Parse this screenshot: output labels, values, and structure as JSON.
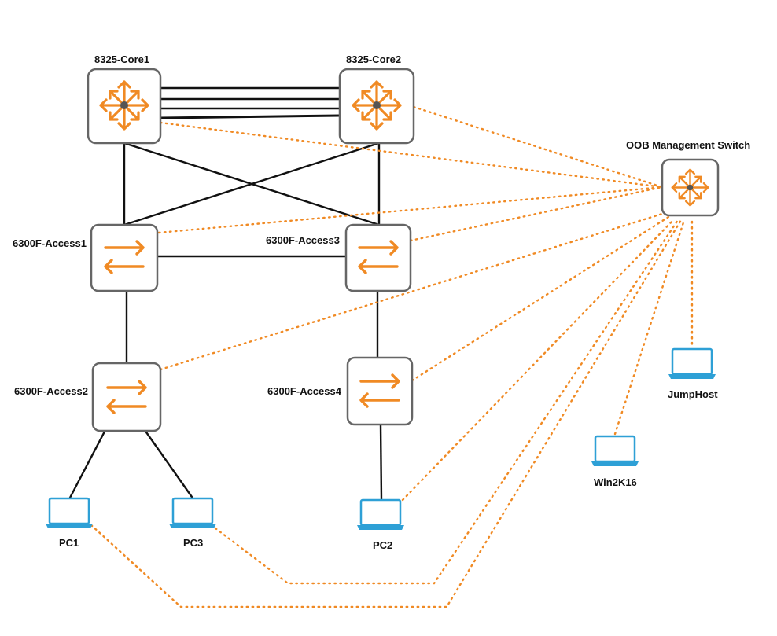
{
  "colors": {
    "device_icon": "#f08a24",
    "device_border": "#666666",
    "link": "#111111",
    "mgmt_link": "#f08a24",
    "pc_icon": "#2ea0d6"
  },
  "devices": {
    "core1": {
      "label": "8325-Core1",
      "icon": "router-icon"
    },
    "core2": {
      "label": "8325-Core2",
      "icon": "router-icon"
    },
    "oob": {
      "label": "OOB Management Switch",
      "icon": "router-icon"
    },
    "access1": {
      "label": "6300F-Access1",
      "icon": "switch-icon"
    },
    "access3": {
      "label": "6300F-Access3",
      "icon": "switch-icon"
    },
    "access2": {
      "label": "6300F-Access2",
      "icon": "switch-icon"
    },
    "access4": {
      "label": "6300F-Access4",
      "icon": "switch-icon"
    }
  },
  "hosts": {
    "pc1": {
      "label": "PC1",
      "icon": "laptop-icon"
    },
    "pc3": {
      "label": "PC3",
      "icon": "laptop-icon"
    },
    "pc2": {
      "label": "PC2",
      "icon": "laptop-icon"
    },
    "win2k16": {
      "label": "Win2K16",
      "icon": "laptop-icon"
    },
    "jumphost": {
      "label": "JumpHost",
      "icon": "laptop-icon"
    }
  }
}
